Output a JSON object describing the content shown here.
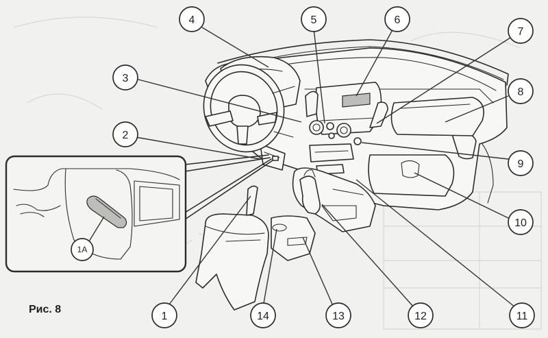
{
  "figure": {
    "caption": "Рис. 8",
    "callouts": [
      {
        "label": "1"
      },
      {
        "label": "2"
      },
      {
        "label": "3"
      },
      {
        "label": "4"
      },
      {
        "label": "5"
      },
      {
        "label": "6"
      },
      {
        "label": "7"
      },
      {
        "label": "8"
      },
      {
        "label": "9"
      },
      {
        "label": "10"
      },
      {
        "label": "11"
      },
      {
        "label": "12"
      },
      {
        "label": "13"
      },
      {
        "label": "14"
      }
    ],
    "inset_callout": {
      "label": "1A"
    }
  }
}
